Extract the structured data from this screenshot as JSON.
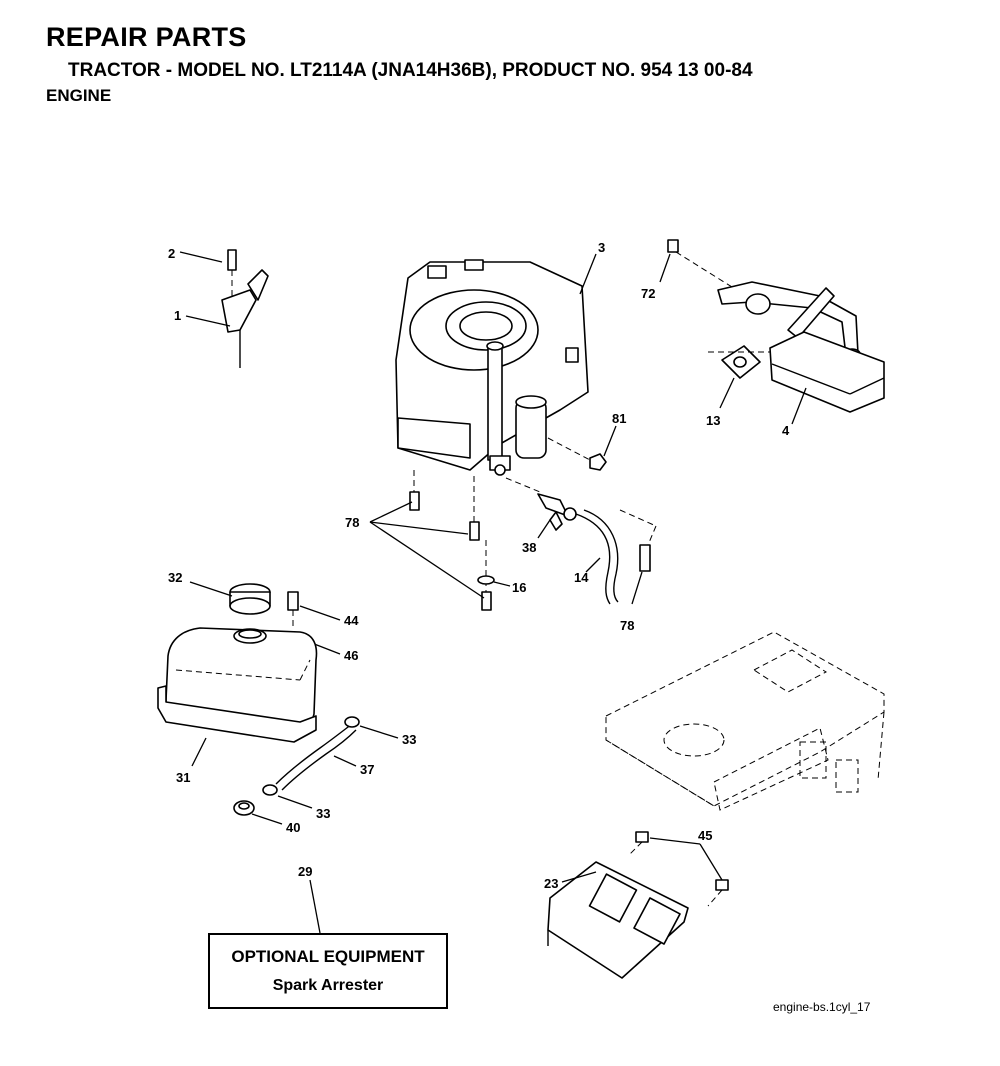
{
  "header": {
    "title": "REPAIR PARTS",
    "subtitle": "TRACTOR - MODEL NO. LT2114A (JNA14H36B), PRODUCT NO. 954 13 00-84",
    "section": "ENGINE"
  },
  "callouts": {
    "c1": "1",
    "c2": "2",
    "c3": "3",
    "c4": "4",
    "c13": "13",
    "c14": "14",
    "c16": "16",
    "c23": "23",
    "c29": "29",
    "c31": "31",
    "c32": "32",
    "c33a": "33",
    "c33b": "33",
    "c37": "37",
    "c38": "38",
    "c40": "40",
    "c44": "44",
    "c45": "45",
    "c46": "46",
    "c72": "72",
    "c78a": "78",
    "c78b": "78",
    "c81": "81"
  },
  "optional_box": {
    "title": "OPTIONAL EQUIPMENT",
    "item": "Spark Arrester"
  },
  "drawing_code": "engine-bs.1cyl_17"
}
